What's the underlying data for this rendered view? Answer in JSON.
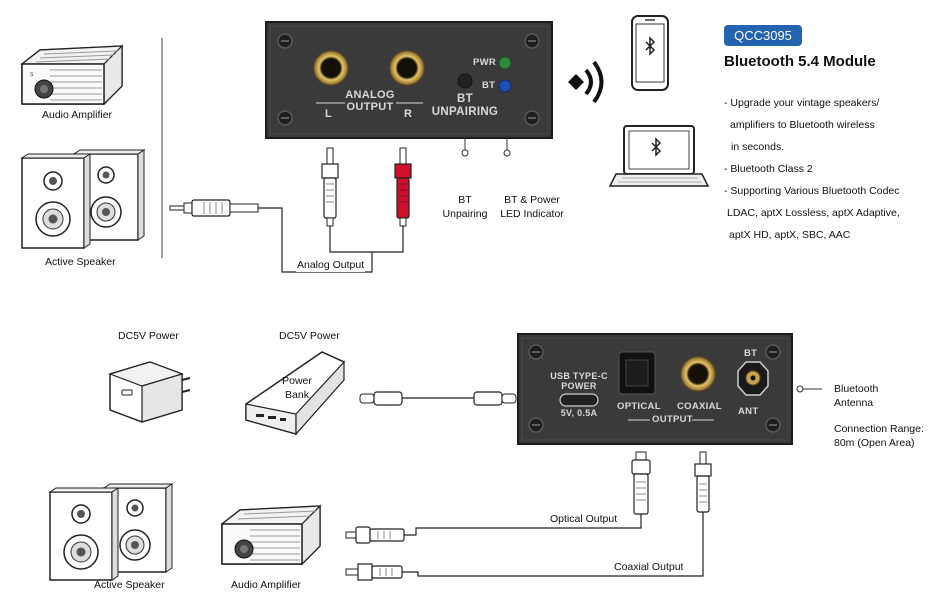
{
  "header": {
    "chip": "QCC3095",
    "title": "Bluetooth 5.4 Module"
  },
  "features": [
    "- Upgrade your vintage speakers/",
    "amplifiers to Bluetooth wireless",
    "in seconds.",
    "- Bluetooth Class 2",
    "- Supporting Various Bluetooth Codec",
    "LDAC, aptX Lossless, aptX Adaptive,",
    "aptX HD, aptX, SBC, AAC"
  ],
  "top_panel": {
    "analog_output": "ANALOG\nOUTPUT",
    "left": "L",
    "right": "R",
    "bt_unpairing": "BT\nUNPAIRING",
    "pwr": "PWR",
    "bt": "BT"
  },
  "top_labels": {
    "audio_amplifier": "Audio Amplifier",
    "active_speaker": "Active Speaker",
    "analog_output": "Analog Output",
    "bt_unpairing": "BT\nUnpairing",
    "led_indicator": "BT & Power\nLED Indicator"
  },
  "bottom_panel": {
    "usb_type_c": "USB TYPE-C\nPOWER",
    "usb_spec": "5V, 0.5A",
    "optical": "OPTICAL",
    "coaxial": "COAXIAL",
    "output": "OUTPUT",
    "bt": "BT",
    "ant": "ANT"
  },
  "bottom_labels": {
    "dc5v_power_1": "DC5V Power",
    "dc5v_power_2": "DC5V Power",
    "power_bank": "Power\nBank",
    "bluetooth_antenna": "Bluetooth\nAntenna",
    "connection_range": "Connection Range:\n80m (Open Area)",
    "optical_output": "Optical Output",
    "coaxial_output": "Coaxial Output",
    "active_speaker": "Active Speaker",
    "audio_amplifier": "Audio Amplifier"
  },
  "icons": {
    "bluetooth_glyph": "✱"
  },
  "colors": {
    "panel": "#3a3a3a",
    "panel_text": "#d9d9d9",
    "gold": "#c9a24a",
    "chip": "#2463b0",
    "led_green": "#2e8b3a",
    "led_blue": "#1f4fb5",
    "rca_red": "#d0102a"
  }
}
